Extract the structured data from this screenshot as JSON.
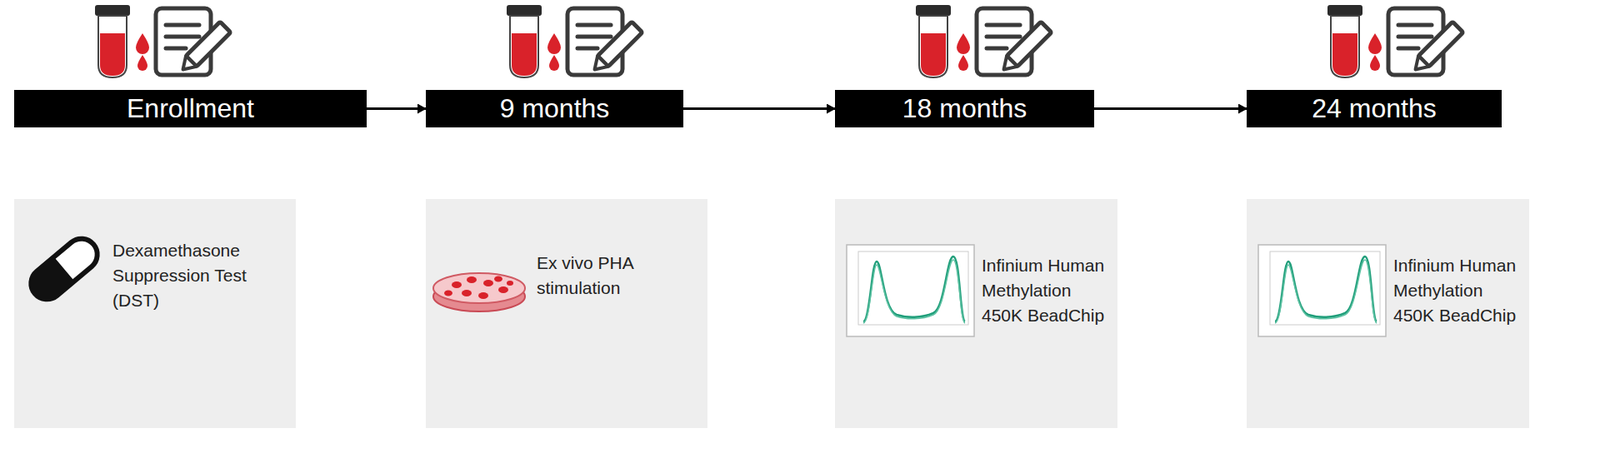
{
  "diagram": {
    "nodes": [
      {
        "text": [
          "Enrollment"
        ]
      },
      {
        "text": [
          "9 months"
        ]
      },
      {
        "text": [
          "18 months"
        ]
      },
      {
        "text": [
          "24 months"
        ]
      },
      {
        "text": [
          "Dexamethasone Suppression Test (DST)"
        ]
      },
      {
        "text": [
          "Ex vivo PHA stimulation"
        ]
      },
      {
        "text": [
          "Infinium Human Methylation 450K BeadChip"
        ]
      },
      {
        "text": [
          "Infinium Human Methylation 450K BeadChip"
        ]
      }
    ],
    "edges": [
      {
        "from": 0,
        "to": 1,
        "arrow": "to"
      },
      {
        "from": 1,
        "to": 2,
        "arrow": "to"
      },
      {
        "from": 2,
        "to": 3,
        "arrow": "to"
      }
    ]
  }
}
